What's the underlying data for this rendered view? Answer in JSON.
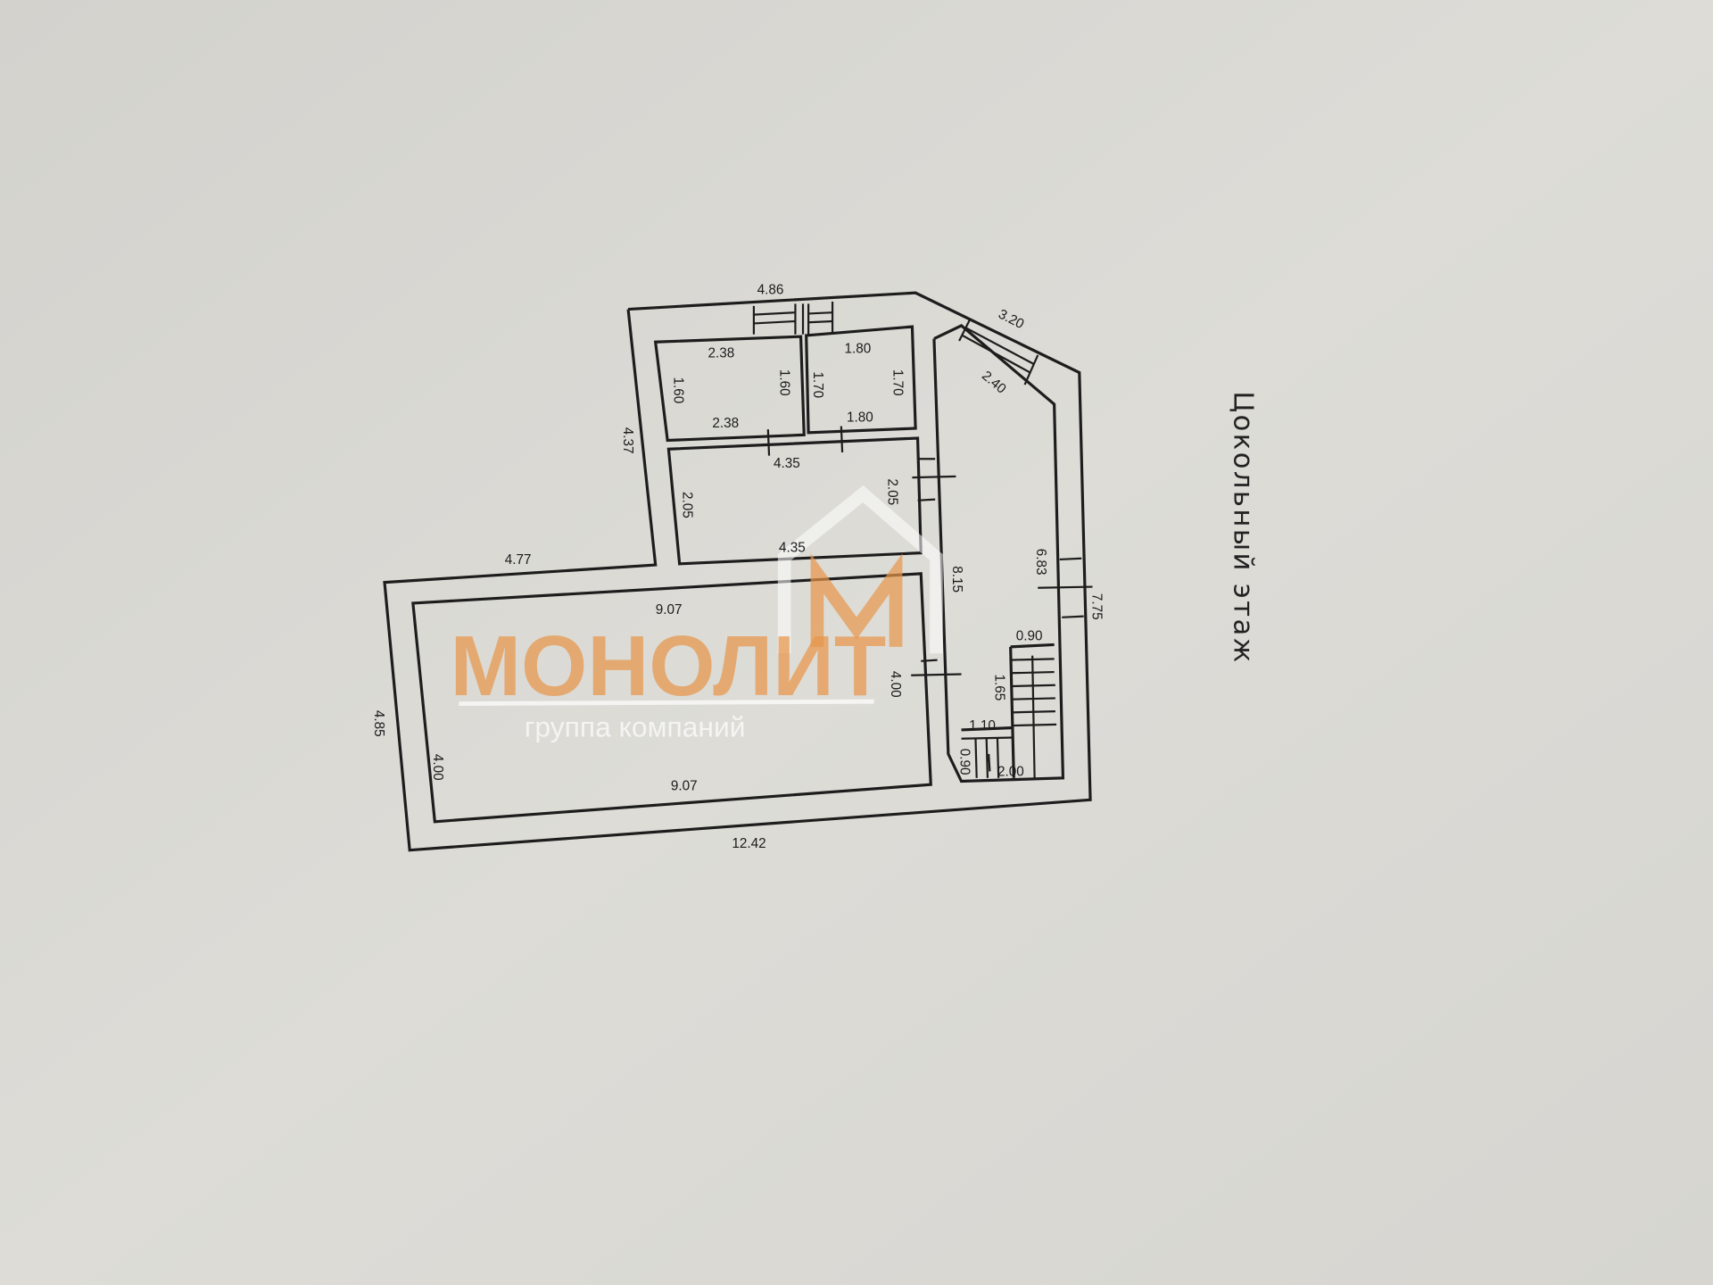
{
  "title": "Цокольный этаж",
  "watermark": {
    "brand": "МОНОЛИТ",
    "subtitle": "группа компаний",
    "logo_letter": "M",
    "color": "#e8964a"
  },
  "dimensions": [
    "4.86",
    "3.20",
    "2.38",
    "1.60",
    "1.60",
    "2.38",
    "1.80",
    "1.70",
    "1.70",
    "1.80",
    "2.40",
    "4.37",
    "4.35",
    "2.05",
    "2.05",
    "4.35",
    "4.77",
    "8.15",
    "6.83",
    "7.75",
    "9.07",
    "0.90",
    "4.00",
    "1.65",
    "4.00",
    "4.85",
    "1.10",
    "0.90",
    "2.00",
    "9.07",
    "12.42"
  ]
}
